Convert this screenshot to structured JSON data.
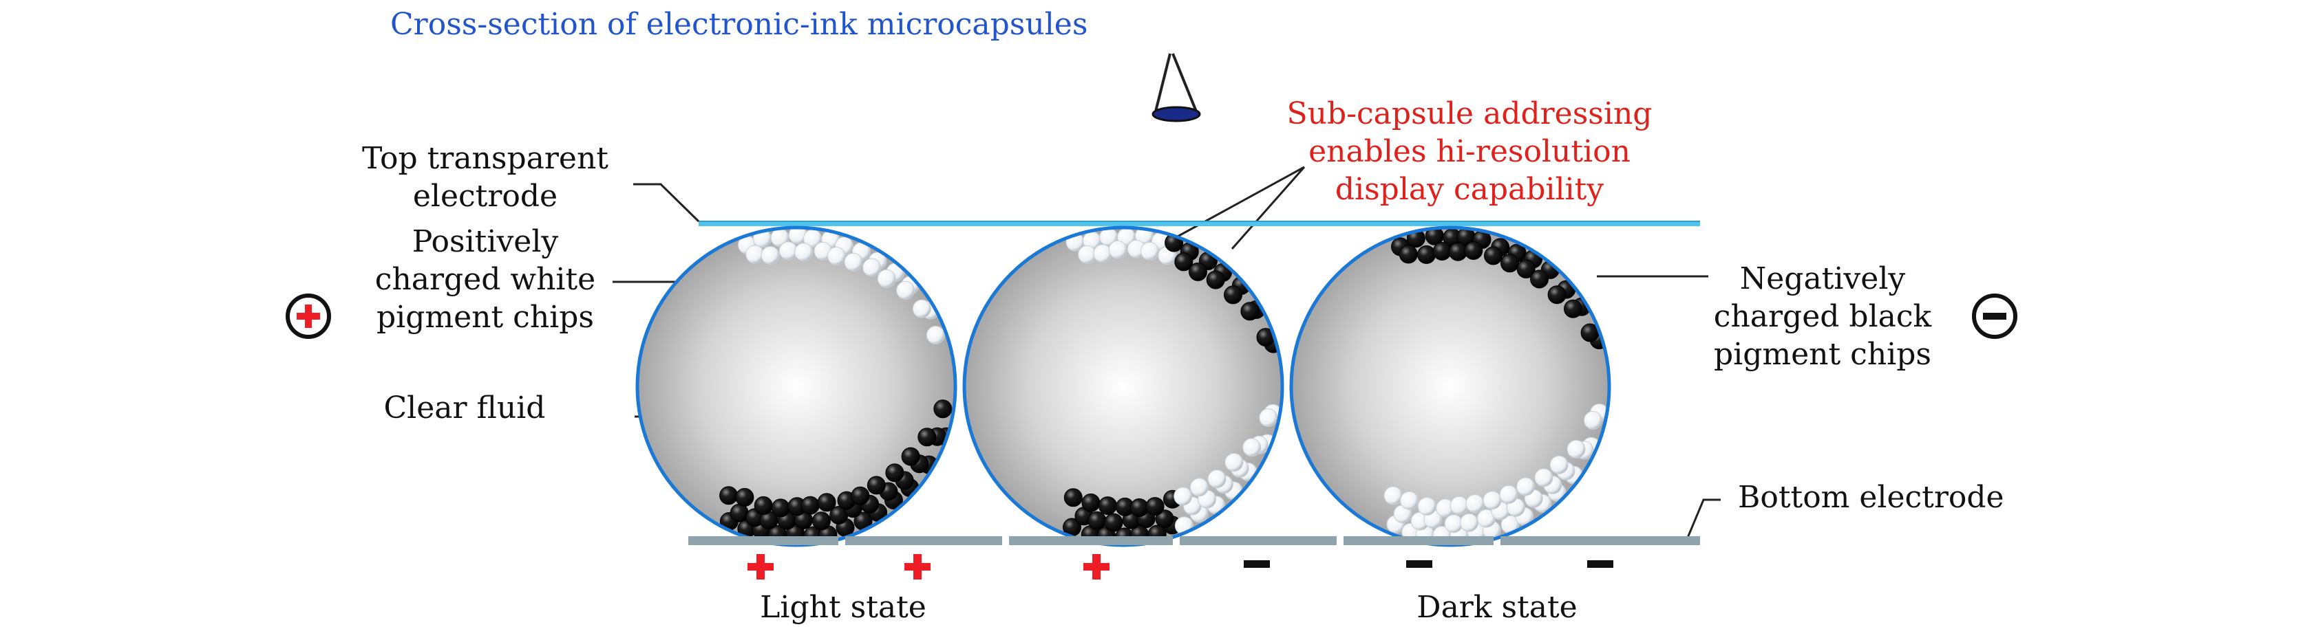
{
  "title": "Cross-section of electronic-ink microcapsules",
  "callout": [
    "Sub-capsule addressing",
    "enables hi-resolution",
    "display capability"
  ],
  "labels": {
    "top_electrode": [
      "Top transparent",
      "electrode"
    ],
    "white_chips": [
      "Positively",
      "charged white",
      "pigment chips"
    ],
    "clear_fluid": "Clear fluid",
    "black_chips": [
      "Negatively",
      "charged black",
      "pigment chips"
    ],
    "bottom_electrode": "Bottom electrode",
    "light_state": "Light state",
    "dark_state": "Dark state"
  },
  "electrode_signs": [
    "+",
    "+",
    "+",
    "−",
    "−",
    "−"
  ],
  "capsules": [
    {
      "top": "white",
      "bottom": "black"
    },
    {
      "top": "split: white left, black right",
      "bottom": "split: black left, white right"
    },
    {
      "top": "black",
      "bottom": "white"
    }
  ],
  "colors": {
    "title": "#2255cc",
    "callout": "#e0201a",
    "capsule_outline": "#1a78d6",
    "top_electrode": "#4fc4ec",
    "bottom_electrode": "#8fa3ad",
    "plus_sign": "#ee1c24",
    "minus_sign": "#111111"
  },
  "icons": [
    "plus-charge-icon",
    "minus-charge-icon",
    "eye-icon"
  ]
}
